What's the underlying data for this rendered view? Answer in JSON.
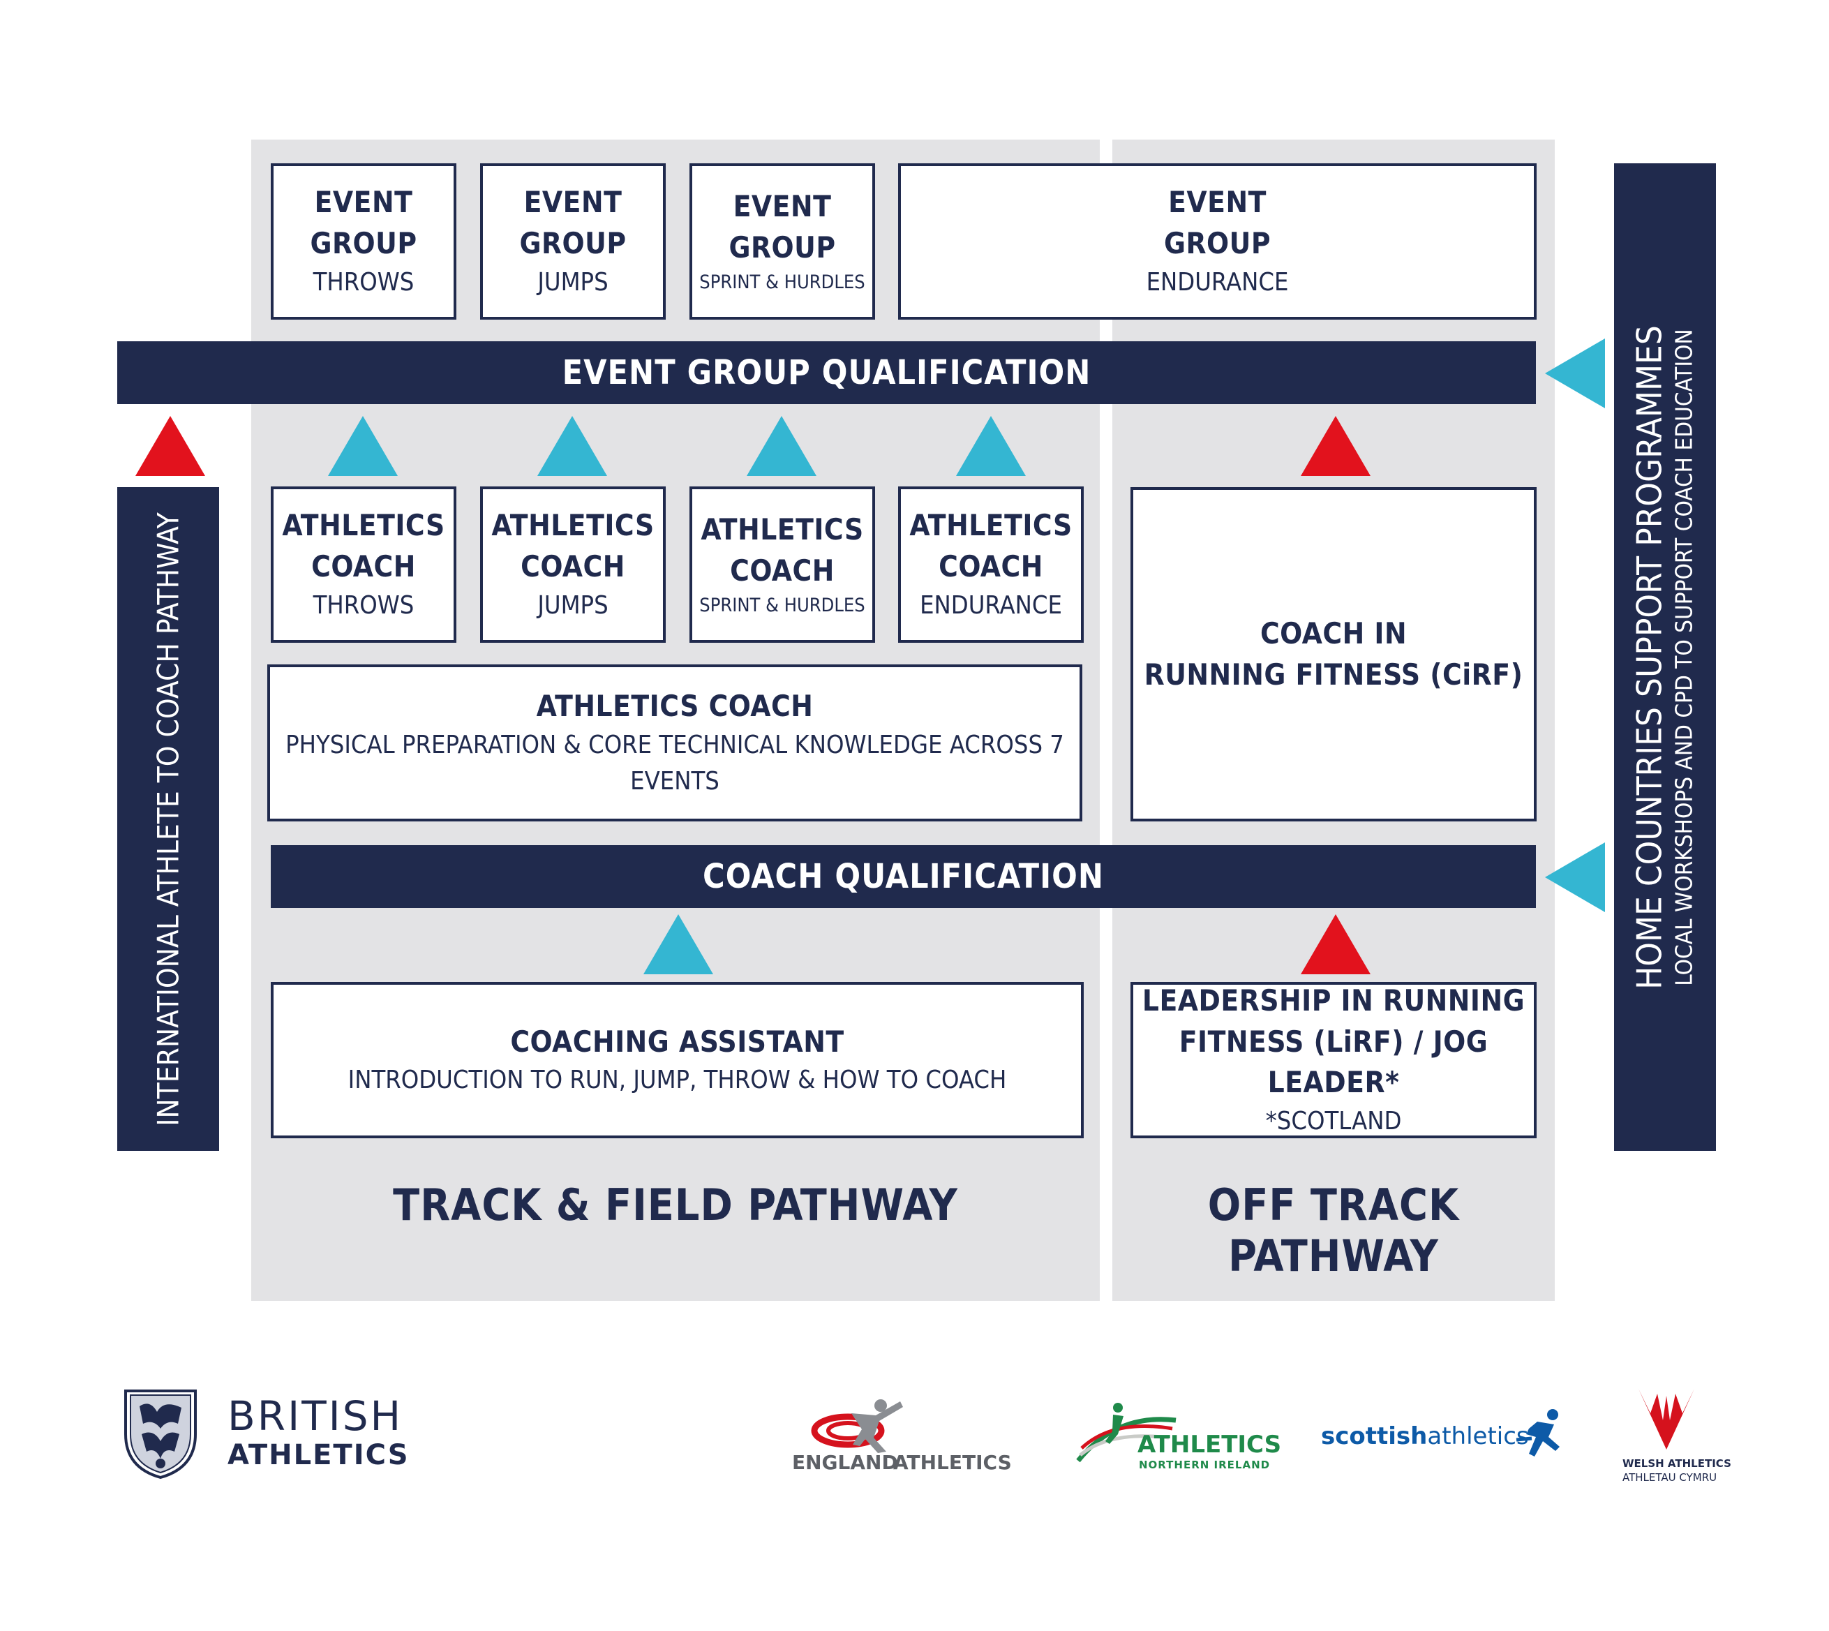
{
  "colors": {
    "navy": "#202a4d",
    "panel_grey": "#e3e3e5",
    "cyan_arrow": "#34b6d2",
    "red_arrow": "#e2121d",
    "white": "#ffffff"
  },
  "event_groups": [
    {
      "title_line1": "EVENT",
      "title_line2": "GROUP",
      "discipline": "THROWS"
    },
    {
      "title_line1": "EVENT",
      "title_line2": "GROUP",
      "discipline": "JUMPS"
    },
    {
      "title_line1": "EVENT",
      "title_line2": "GROUP",
      "discipline": "SPRINT & HURDLES"
    },
    {
      "title_line1": "EVENT",
      "title_line2": "GROUP",
      "discipline": "ENDURANCE"
    }
  ],
  "event_group_qualification": "EVENT GROUP QUALIFICATION",
  "athletics_coach_boxes": [
    {
      "title_line1": "ATHLETICS",
      "title_line2": "COACH",
      "discipline": "THROWS"
    },
    {
      "title_line1": "ATHLETICS",
      "title_line2": "COACH",
      "discipline": "JUMPS"
    },
    {
      "title_line1": "ATHLETICS",
      "title_line2": "COACH",
      "discipline": "SPRINT & HURDLES"
    },
    {
      "title_line1": "ATHLETICS",
      "title_line2": "COACH",
      "discipline": "ENDURANCE"
    }
  ],
  "athletics_coach_core": {
    "title": "ATHLETICS COACH",
    "subtitle": "PHYSICAL PREPARATION & CORE TECHNICAL KNOWLEDGE ACROSS 7 EVENTS"
  },
  "cirf": {
    "line1": "COACH IN",
    "line2": "RUNNING FITNESS (CiRF)"
  },
  "coach_qualification": "COACH QUALIFICATION",
  "coaching_assistant": {
    "title": "COACHING ASSISTANT",
    "subtitle": "INTRODUCTION TO RUN, JUMP, THROW & HOW TO COACH"
  },
  "lirf": {
    "line1": "LEADERSHIP IN RUNNING",
    "line2": "FITNESS (LiRF) / JOG LEADER*",
    "note": "*SCOTLAND"
  },
  "pathways": {
    "track_field": "TRACK & FIELD PATHWAY",
    "off_track": "OFF TRACK PATHWAY"
  },
  "left_vertical": "INTERNATIONAL ATHLETE TO COACH PATHWAY",
  "right_vertical": {
    "title": "HOME COUNTRIES SUPPORT PROGRAMMES",
    "subtitle": "LOCAL WORKSHOPS AND CPD TO SUPPORT COACH EDUCATION"
  },
  "logos": {
    "british_athletics": {
      "line1": "BRITISH",
      "line2": "ATHLETICS",
      "crest_icon": "crest-icon"
    },
    "england_athletics": {
      "word1": "ENGLAND",
      "word2": "ATHLETICS",
      "icon": "runner-swirl-icon"
    },
    "athletics_ni": {
      "word1": "ATHLETICS",
      "word2": "NORTHERN IRELAND",
      "icon": "runner-ribbon-icon"
    },
    "scottish_athletics": {
      "word1": "scottish",
      "word2": "athletics",
      "icon": "runner-icon"
    },
    "welsh_athletics": {
      "word1": "WELSH ATHLETICS",
      "word2": "ATHLETAU CYMRU",
      "icon": "welsh-flame-icon"
    }
  }
}
